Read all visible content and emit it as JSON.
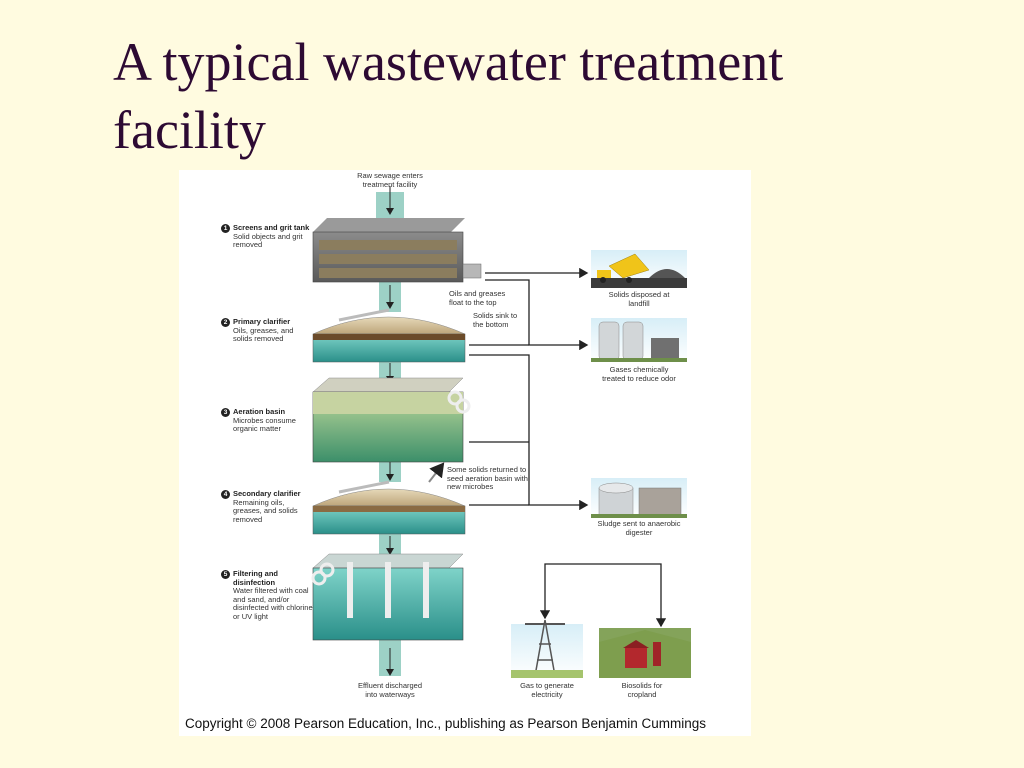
{
  "slide": {
    "title": "A typical wastewater treatment facility"
  },
  "figure": {
    "inflow_label": "Raw sewage enters treatment facility",
    "steps": [
      {
        "number": "1",
        "title": "Screens and grit tank",
        "desc": "Solid objects and grit removed"
      },
      {
        "number": "2",
        "title": "Primary clarifier",
        "desc": "Oils, greases, and solids removed"
      },
      {
        "number": "3",
        "title": "Aeration basin",
        "desc": "Microbes consume organic matter"
      },
      {
        "number": "4",
        "title": "Secondary clarifier",
        "desc": "Remaining oils, greases, and solids removed"
      },
      {
        "number": "5",
        "title": "Filtering and disinfection",
        "desc": "Water filtered with coal and sand, and/or disinfected with chlorine or UV light"
      }
    ],
    "callouts": {
      "oils_float": "Oils and greases float to the top",
      "solids_sink": "Solids sink to the bottom",
      "solids_returned": "Some solids returned to seed aeration basin with new microbes"
    },
    "outputs": {
      "landfill": "Solids disposed at landfill",
      "gases": "Gases chemically treated to reduce odor",
      "sludge": "Sludge sent to anaerobic digester",
      "electricity": "Gas to generate electricity",
      "biosolids": "Biosolids for cropland",
      "effluent": "Effluent discharged into waterways"
    },
    "copyright": "Copyright © 2008 Pearson Education, Inc., publishing as Pearson Benjamin Cummings"
  },
  "colors": {
    "slide_background": "#fffbe0",
    "title": "#2d0a33",
    "water": "#3aa6a0",
    "flow_line": "#222222"
  }
}
